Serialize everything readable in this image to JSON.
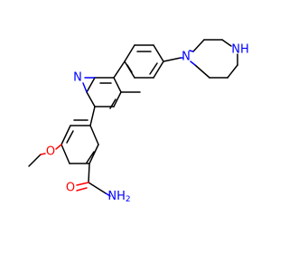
{
  "colors": {
    "background": "#ffffff",
    "carbon_bond": "#000000",
    "nitrogen": "#0000ff",
    "oxygen": "#ff0000"
  },
  "atoms": {
    "pyridine_n": "N",
    "piperazine_nh": "NH",
    "piperazine_n": "N",
    "methoxy_o": "O",
    "amide_o": "O",
    "amide_n": "NH",
    "amide_n_sub": "2"
  }
}
